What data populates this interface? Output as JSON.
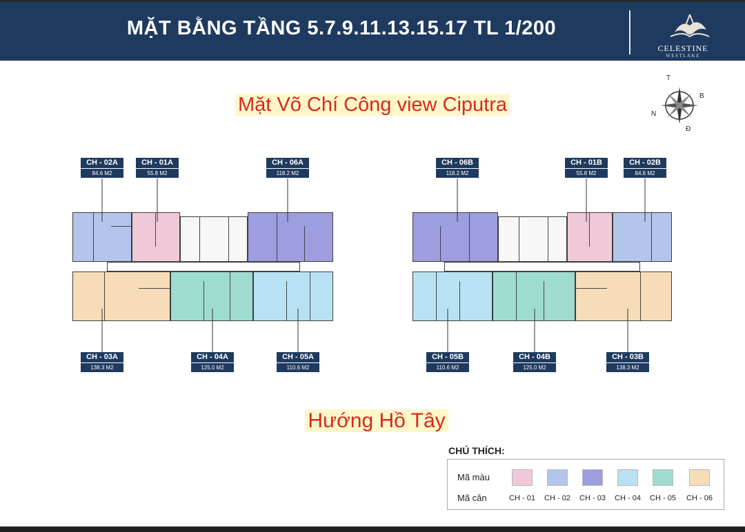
{
  "header": {
    "title": "MẶT BẰNG TẦNG 5.7.9.11.13.15.17 TL 1/200",
    "logo_name": "CELESTINE",
    "logo_sub": "WESTLAKE"
  },
  "views": {
    "top": "Mặt Võ Chí Công view Ciputra",
    "bottom": "Hướng Hồ Tây"
  },
  "compass": {
    "north_top": "T",
    "east": "B",
    "west": "N",
    "south": "Đ"
  },
  "colors": {
    "ch01": "#f0c9d9",
    "ch02": "#b3c5ea",
    "ch03": "#9d9de0",
    "ch04": "#b8e2f4",
    "ch05": "#9fdcd0",
    "ch06": "#f6ddb8"
  },
  "units_left": [
    {
      "code": "CH - 02A",
      "area": "84.6 M2"
    },
    {
      "code": "CH - 01A",
      "area": "55.8 M2"
    },
    {
      "code": "CH - 06A",
      "area": "118.2 M2"
    },
    {
      "code": "CH - 03A",
      "area": "138.3 M2"
    },
    {
      "code": "CH - 04A",
      "area": "125.0 M2"
    },
    {
      "code": "CH - 05A",
      "area": "110.6 M2"
    }
  ],
  "units_right": [
    {
      "code": "CH - 06B",
      "area": "118.2 M2"
    },
    {
      "code": "CH - 01B",
      "area": "55.8 M2"
    },
    {
      "code": "CH - 02B",
      "area": "84.6 M2"
    },
    {
      "code": "CH - 05B",
      "area": "110.6 M2"
    },
    {
      "code": "CH - 04B",
      "area": "125.0 M2"
    },
    {
      "code": "CH - 03B",
      "area": "138.3 M2"
    }
  ],
  "legend": {
    "title": "CHÚ THÍCH:",
    "color_row": "Mã màu",
    "code_row": "Mã căn",
    "codes": [
      "CH - 01",
      "CH - 02",
      "CH - 03",
      "CH - 04",
      "CH - 05",
      "CH - 06"
    ]
  }
}
